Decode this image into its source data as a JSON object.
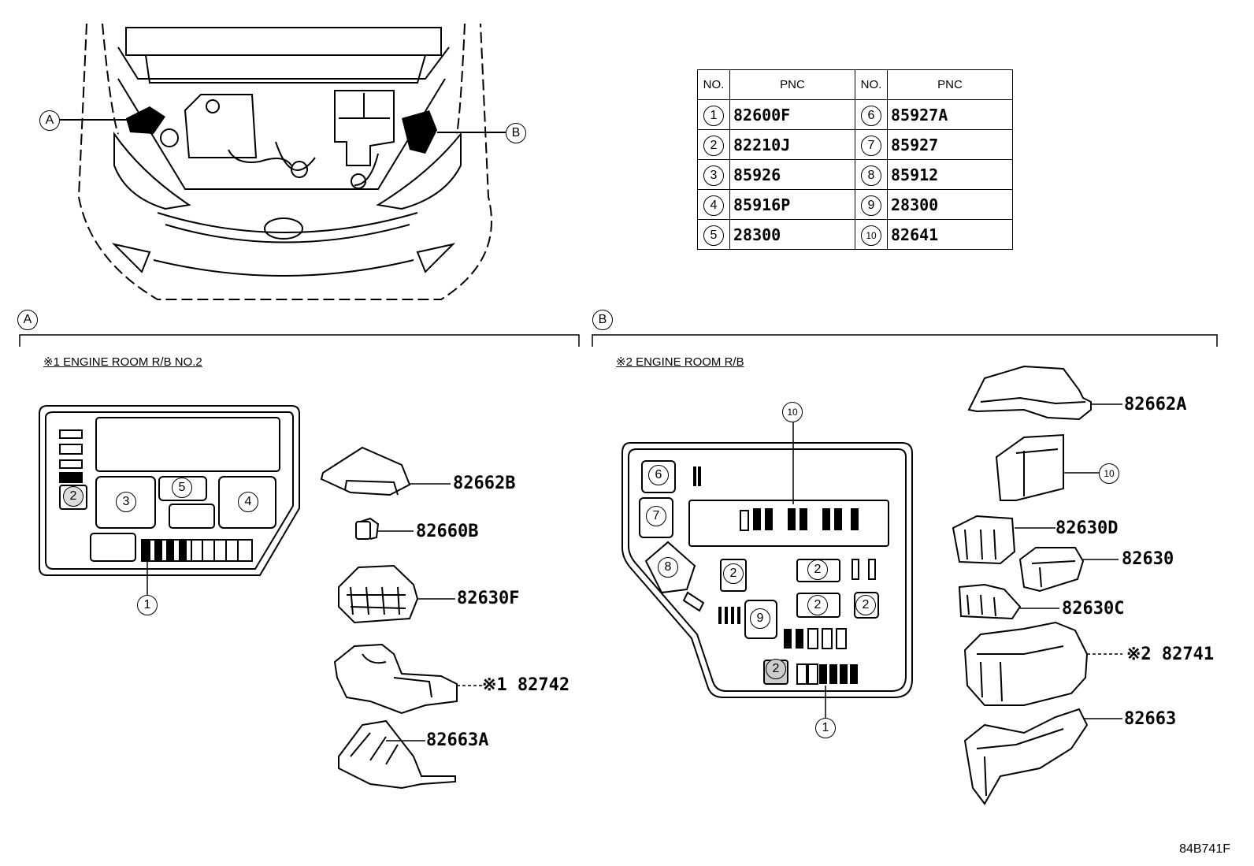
{
  "pnc_table": {
    "headers": [
      "NO.",
      "PNC",
      "NO.",
      "PNC"
    ],
    "rows": [
      {
        "no_l": "1",
        "pnc_l": "82600F",
        "no_r": "6",
        "pnc_r": "85927A"
      },
      {
        "no_l": "2",
        "pnc_l": "82210J",
        "no_r": "7",
        "pnc_r": "85927"
      },
      {
        "no_l": "3",
        "pnc_l": "85926",
        "no_r": "8",
        "pnc_r": "85912"
      },
      {
        "no_l": "4",
        "pnc_l": "85916P",
        "no_r": "9",
        "pnc_r": "28300"
      },
      {
        "no_l": "5",
        "pnc_l": "28300",
        "no_r": "10",
        "pnc_r": "82641"
      }
    ]
  },
  "car_callouts": {
    "a": "A",
    "b": "B"
  },
  "section_a": {
    "letter": "A",
    "title": "※1 ENGINE ROOM R/B NO.2",
    "box_numbers": {
      "n1": "1",
      "n2": "2",
      "n3": "3",
      "n4": "4",
      "n5": "5"
    },
    "parts": [
      "82662B",
      "82660B",
      "82630F",
      "※1 82742",
      "82663A"
    ]
  },
  "section_b": {
    "letter": "B",
    "title": "※2 ENGINE ROOM R/B",
    "box_numbers": {
      "n1": "1",
      "n2": "2",
      "n6": "6",
      "n7": "7",
      "n8": "8",
      "n9": "9",
      "n10": "10"
    },
    "parts": [
      "82662A",
      "10",
      "82630D",
      "82630",
      "82630C",
      "※2 82741",
      "82663"
    ]
  },
  "diagram_code": "84B741F"
}
